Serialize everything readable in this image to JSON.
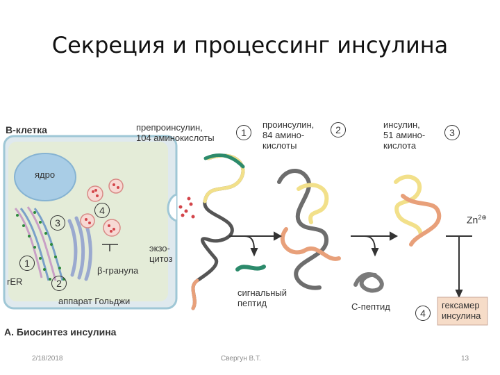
{
  "slide": {
    "title": "Секреция и процессинг инсулина",
    "footer_date": "2/18/2018",
    "footer_author": "Свергун В.Т.",
    "footer_page": "13"
  },
  "diagram": {
    "cell_label": "В-клетка",
    "nucleus_label": "ядро",
    "rer_label": "rER",
    "golgi_label": "аппарат Гольджи",
    "granule_label": "β-гранула",
    "exocytosis_label": "экзо-\nцитоз",
    "caption": "A. Биосинтез инсулина",
    "steps": [
      "1",
      "2",
      "3",
      "4"
    ],
    "stage1_label": "препроинсулин,\n104 аминокислоты",
    "stage2_label": "проинсулин,\n84 амино-\nкислоты",
    "stage3_label": "инсулин,\n51 амино-\nкислота",
    "signal_peptide_label": "сигнальный\nпептид",
    "c_peptide_label": "С-пептид",
    "zn_label": "Zn",
    "zn_superscript": "2⊕",
    "hexamer_label": "гексамер\nинсулина"
  }
}
